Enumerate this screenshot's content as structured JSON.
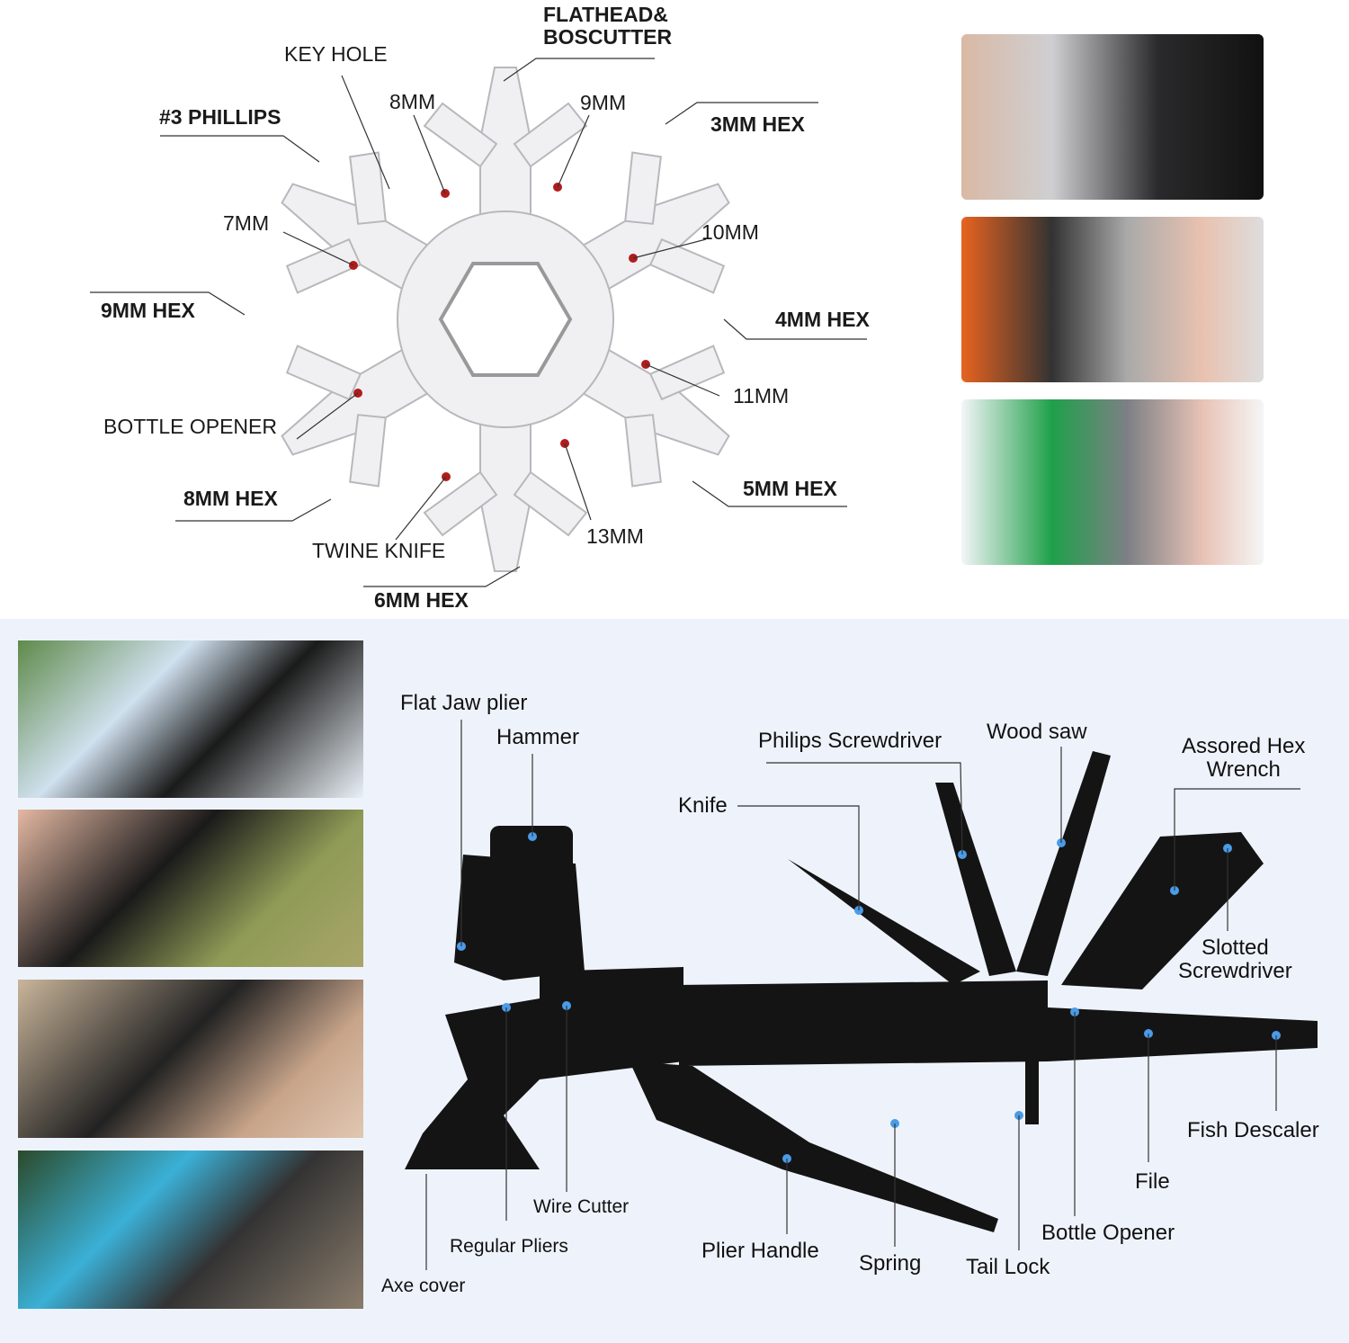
{
  "snowflake_tool": {
    "labels": {
      "flathead_line1": "FLATHEAD&",
      "flathead_line2": "BOSCUTTER",
      "key_hole": "KEY HOLE",
      "mm8": "8MM",
      "mm9": "9MM",
      "phillips3": "#3 PHILLIPS",
      "hex3": "3MM HEX",
      "mm7": "7MM",
      "mm10": "10MM",
      "hex9": "9MM HEX",
      "hex4": "4MM HEX",
      "mm11": "11MM",
      "bottle_opener": "BOTTLE OPENER",
      "hex8": "8MM HEX",
      "hex5": "5MM HEX",
      "twine_knife": "TWINE KNIFE",
      "mm13": "13MM",
      "hex6": "6MM HEX"
    },
    "marker_color": "#b01c1c"
  },
  "multitool": {
    "labels": {
      "flat_jaw_plier": "Flat Jaw plier",
      "hammer": "Hammer",
      "philips_screwdriver": "Philips Screwdriver",
      "wood_saw": "Wood saw",
      "hex_wrench_line1": "Assored Hex",
      "hex_wrench_line2": "Wrench",
      "knife": "Knife",
      "slotted_line1": "Slotted",
      "slotted_line2": "Screwdriver",
      "fish_descaler": "Fish Descaler",
      "file": "File",
      "wire_cutter": "Wire Cutter",
      "bottle_opener": "Bottle Opener",
      "regular_pliers": "Regular Pliers",
      "plier_handle": "Plier Handle",
      "spring": "Spring",
      "tail_lock": "Tail Lock",
      "axe_cover": "Axe cover"
    },
    "marker_color": "#4a9be8",
    "background": "#eef3fb"
  }
}
